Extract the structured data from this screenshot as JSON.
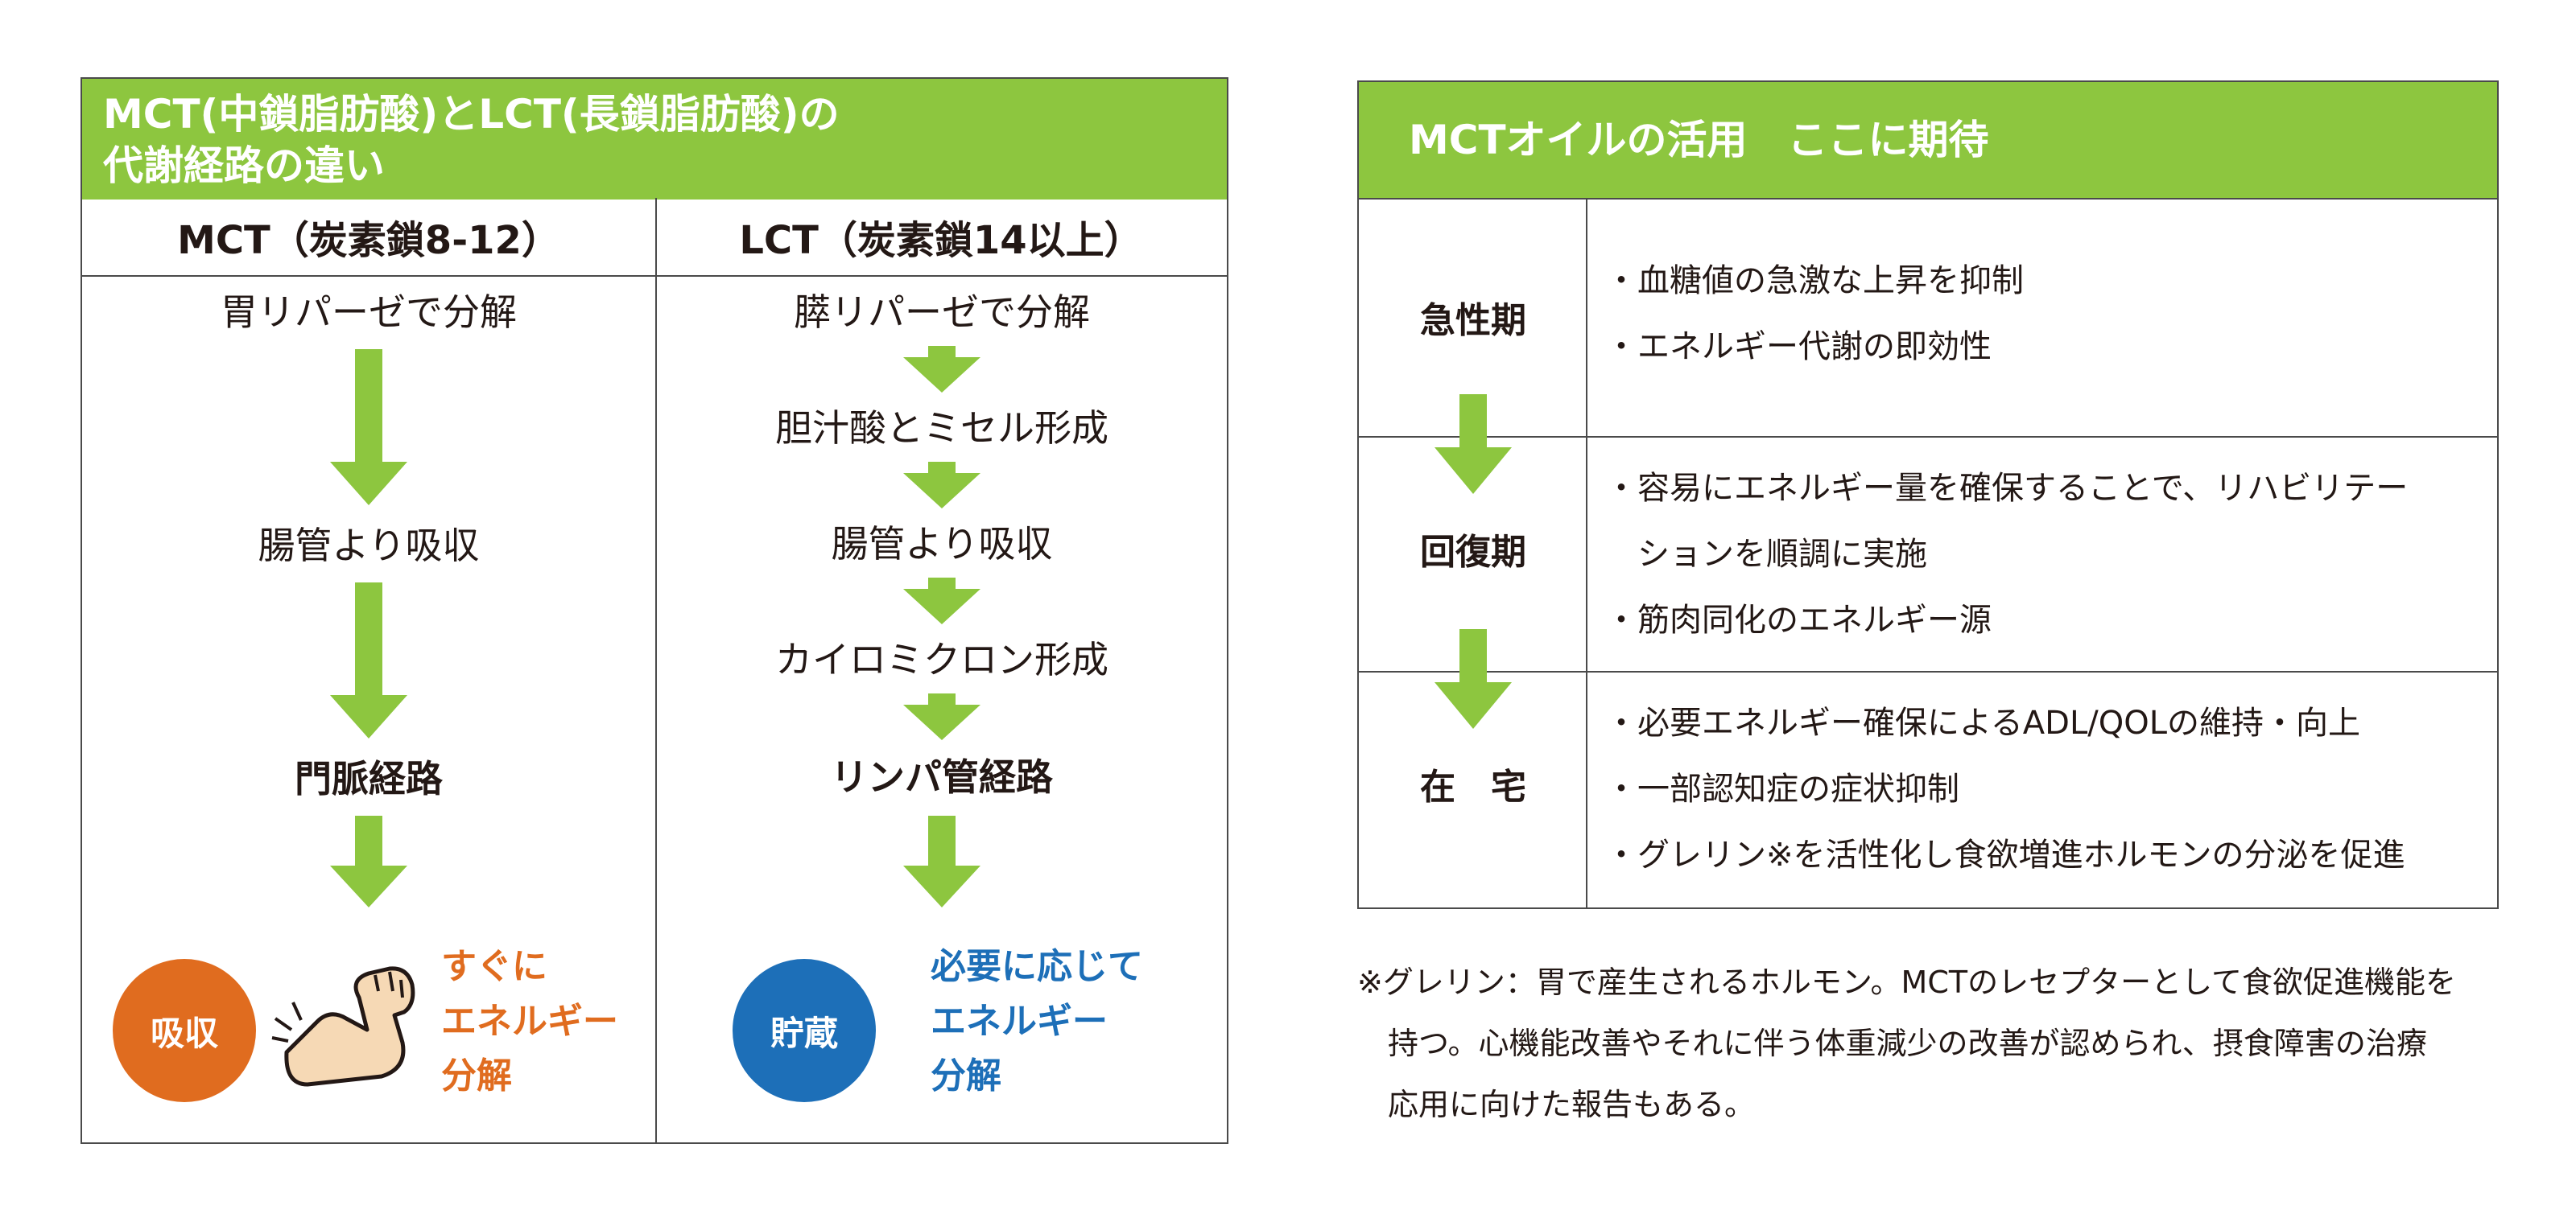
{
  "colors": {
    "green": "#8dc63f",
    "orange": "#e06c1f",
    "blue": "#1d6fb8",
    "border": "#4a4a4a",
    "text": "#231815"
  },
  "left": {
    "title_line1": "MCT(中鎖脂肪酸)とLCT(長鎖脂肪酸)の",
    "title_line2": "代謝経路の違い",
    "mct": {
      "header": "MCT（炭素鎖8-12）",
      "steps": [
        "胃リパーゼで分解",
        "腸管より吸収",
        "門脈経路"
      ],
      "circle": "吸収",
      "icon": "flexed-arm-icon",
      "note": [
        "すぐに",
        "エネルギー",
        "分解"
      ]
    },
    "lct": {
      "header": "LCT（炭素鎖14以上）",
      "steps": [
        "膵リパーゼで分解",
        "胆汁酸とミセル形成",
        "腸管より吸収",
        "カイロミクロン形成",
        "リンパ管経路"
      ],
      "circle": "貯蔵",
      "note": [
        "必要に応じて",
        "エネルギー",
        "分解"
      ]
    }
  },
  "right": {
    "title": "MCTオイルの活用　ここに期待",
    "rows": [
      {
        "stage": "急性期",
        "bullets": [
          "・血糖値の急激な上昇を抑制",
          "・エネルギー代謝の即効性"
        ]
      },
      {
        "stage": "回復期",
        "bullets": [
          "・容易にエネルギー量を確保することで、リハビリテー",
          "　ションを順調に実施",
          "・筋肉同化のエネルギー源"
        ]
      },
      {
        "stage": "在　宅",
        "bullets": [
          "・必要エネルギー確保によるADL/QOLの維持・向上",
          "・一部認知症の症状抑制",
          "・グレリン※を活性化し食欲増進ホルモンの分泌を促進"
        ]
      }
    ]
  },
  "footnote": [
    "※グレリン：胃で産生されるホルモン。MCTのレセプターとして食欲促進機能を",
    "　持つ。心機能改善やそれに伴う体重減少の改善が認められ、摂食障害の治療",
    "　応用に向けた報告もある。"
  ]
}
